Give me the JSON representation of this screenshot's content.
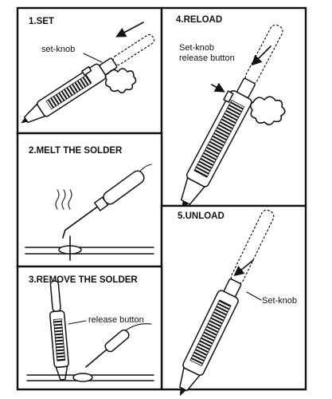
{
  "panels": {
    "set": {
      "title": "1.SET",
      "label": "set-knob"
    },
    "reload": {
      "title": "4.RELOAD",
      "label_line1": "Set-knob",
      "label_line2": "release button"
    },
    "melt": {
      "title": "2.MELT THE SOLDER"
    },
    "unload": {
      "title": "5.UNLOAD",
      "label": "Set-knob"
    },
    "remove": {
      "title": "3.REMOVE THE SOLDER",
      "label": "release button"
    }
  }
}
